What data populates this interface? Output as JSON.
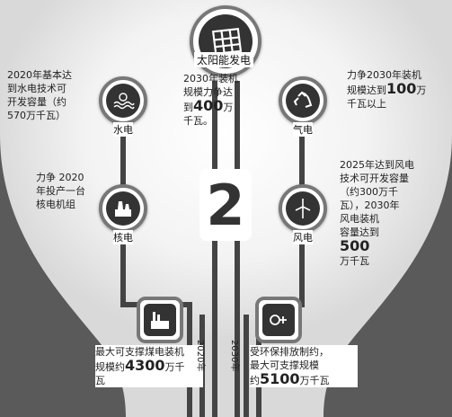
{
  "solar": {
    "label": "太阳能发电",
    "text_lines": [
      "2030年装机",
      "规模力争达",
      "到",
      "400",
      "万",
      "千瓦。"
    ]
  },
  "hydro": {
    "label": "水电",
    "text_lines": [
      "2020年基本达",
      "到水电技术可",
      "开发容量（约",
      "570万千瓦）"
    ]
  },
  "nuclear": {
    "label": "核电",
    "text_lines": [
      "力争 2020",
      "年投产一台",
      "核电机组"
    ]
  },
  "gas": {
    "label": "气电",
    "text_lines": [
      "力争2030年装机",
      "规模达到",
      "100",
      "万",
      "千瓦以上"
    ]
  },
  "wind": {
    "label": "风电",
    "text_lines": [
      "2025年达到风电",
      "技术可开发容量",
      "（约300万千",
      "瓦），2030年",
      "风电装机",
      "容量达到",
      "500",
      "万千瓦"
    ]
  },
  "coal": {
    "text_lines": [
      "最大可支撑煤电装机",
      "规模约",
      "4300",
      "万千",
      "瓦"
    ]
  },
  "emission": {
    "text_lines": [
      "受环保排放制约，",
      "最大可支撑规模",
      "约",
      "5100",
      "万千瓦"
    ]
  },
  "center_number": "2",
  "year_left": "2020年",
  "year_right": "2030年"
}
